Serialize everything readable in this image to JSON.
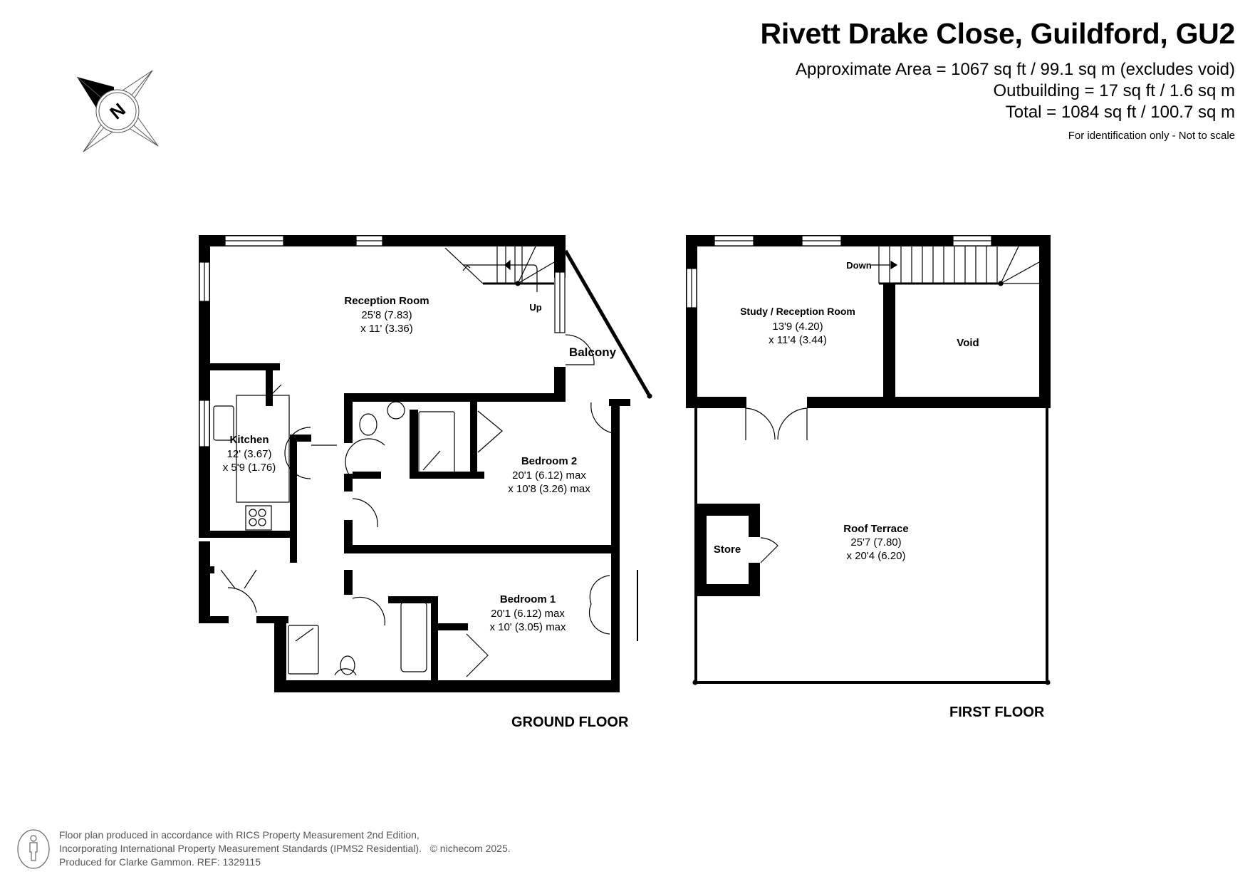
{
  "header": {
    "title": "Rivett Drake Close, Guildford, GU2",
    "area_lines": [
      "Approximate Area = 1067 sq ft / 99.1 sq m (excludes void)",
      "Outbuilding = 17 sq ft / 1.6 sq m",
      "Total = 1084 sq ft / 100.7 sq m"
    ],
    "disclaimer": "For identification only - Not to scale"
  },
  "compass": {
    "label": "N",
    "icon": "north-arrow-compass-icon"
  },
  "ground_floor": {
    "label": "GROUND FLOOR",
    "rooms": [
      {
        "name": "Reception Room",
        "dim1": "25'8 (7.83)",
        "dim2": "x 11' (3.36)"
      },
      {
        "name": "Kitchen",
        "dim1": "12' (3.67)",
        "dim2": "x 5'9 (1.76)"
      },
      {
        "name": "Bedroom 2",
        "dim1": "20'1 (6.12) max",
        "dim2": "x 10'8 (3.26) max"
      },
      {
        "name": "Bedroom 1",
        "dim1": "20'1 (6.12) max",
        "dim2": "x 10' (3.05) max"
      },
      {
        "name": "Balcony"
      }
    ],
    "stair_label": "Up"
  },
  "first_floor": {
    "label": "FIRST FLOOR",
    "rooms": [
      {
        "name": "Study / Reception Room",
        "dim1": "13'9 (4.20)",
        "dim2": "x 11'4 (3.44)"
      },
      {
        "name": "Void"
      },
      {
        "name": "Roof Terrace",
        "dim1": "25'7 (7.80)",
        "dim2": "x 20'4 (6.20)"
      },
      {
        "name": "Store"
      }
    ],
    "stair_label": "Down"
  },
  "footer": {
    "lines": [
      "Floor plan produced in accordance with RICS Property Measurement 2nd Edition,",
      "Incorporating International Property Measurement Standards (IPMS2 Residential).",
      "Produced for Clarke Gammon.   REF:  1329115"
    ],
    "copyright": "© nichecom 2025."
  }
}
